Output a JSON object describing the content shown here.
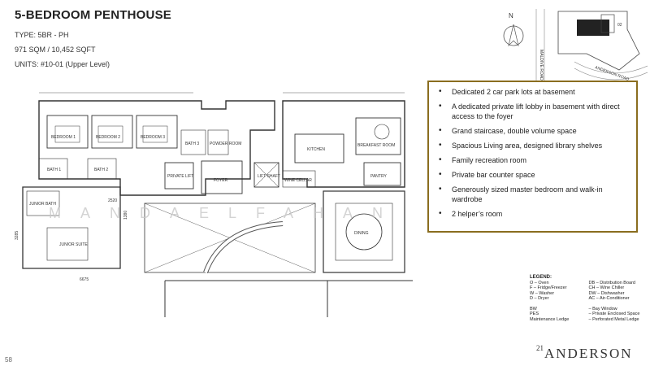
{
  "header": {
    "title": "5-BEDROOM PENTHOUSE",
    "type": "TYPE: 5BR - PH",
    "area": "971 SQM / 10,452 SQFT",
    "units": "UNITS:  #10-01 (Upper Level)"
  },
  "features": [
    "Dedicated 2 car park lots at basement",
    "A dedicated private lift lobby in basement with direct access to the foyer",
    "Grand staircase, double volume space",
    "Spacious Living area, designed library shelves",
    "Family recreation room",
    "Private bar counter space",
    "Generously sized master bedroom and walk-in wardrobe",
    "2 helper’s room"
  ],
  "plan_labels": {
    "bedroom1": "BEDROOM 1",
    "bedroom2": "BEDROOM 2",
    "bedroom3": "BEDROOM 3",
    "bath1": "BATH 1",
    "bath2": "BATH 2",
    "bath3": "BATH 3",
    "powder": "POWDER ROOM",
    "private_lift": "PRIVATE LIFT",
    "foyer": "FOYER",
    "lift_shaft": "LIFT SHAFT",
    "wine_cellar": "WINE CELLAR",
    "kitchen": "KITCHEN",
    "breakfast": "BREAKFAST ROOM",
    "pantry": "PANTRY",
    "junior_bath": "JUNIOR BATH",
    "junior_suite": "JUNIOR SUITE",
    "dining": "DINING",
    "dim_2520": "2520",
    "dim_6675": "6675",
    "dim_3285": "3285",
    "dim_1380": "1380"
  },
  "keyplan": {
    "compass": "N",
    "road1": "MALDIVE ROAD",
    "road2": "ANDERSON ROAD",
    "unit": "02"
  },
  "legend": {
    "heading": "LEGEND:",
    "rows": [
      [
        "O  – Oven",
        "DB – Distribution Board"
      ],
      [
        "F  – Fridge/Freezer",
        "CH – Wine Chiller"
      ],
      [
        "W  – Washer",
        "DW – Dishwasher"
      ],
      [
        "D  – Dryer",
        "AC – Air-Conditioner"
      ]
    ],
    "rows2": [
      [
        "BW",
        "– Bay Window"
      ],
      [
        "PES",
        "– Private Enclosed Space"
      ],
      [
        "Maintenance Ledge",
        "– Perforated Metal Ledge"
      ]
    ]
  },
  "watermark": "MANDAELFAHAN",
  "page_number": "58",
  "brand": {
    "sup": "21",
    "name": "ANDERSON"
  },
  "colors": {
    "frame": "#8a6d1f",
    "plan_line": "#333333"
  }
}
